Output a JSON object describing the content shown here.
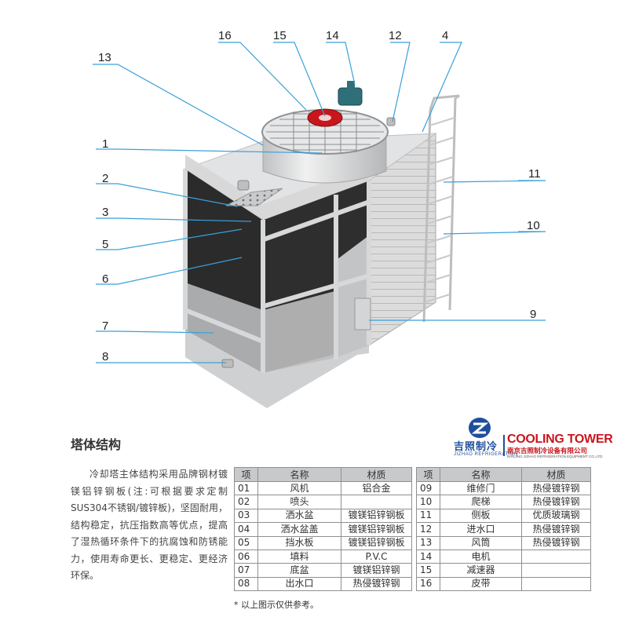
{
  "callouts": [
    "16",
    "15",
    "14",
    "12",
    "4",
    "13",
    "1",
    "11",
    "2",
    "3",
    "10",
    "5",
    "6",
    "9",
    "7",
    "8"
  ],
  "section_title": "塔体结构",
  "description": "冷却塔主体结构采用品牌钢材镀镁铝锌钢板(注:可根据要求定制SUS304不锈钢/镀锌板)，坚固耐用，结构稳定，抗压指数高等优点，提高了湿热循环条件下的抗腐蚀和防锈能力，使用寿命更长、更稳定、更经济环保。",
  "logo": {
    "cn": "吉照制冷",
    "en": "JIZHAO REFRIGERATION",
    "brand": "COOLING TOWER",
    "company_cn": "南京吉照制冷设备有限公司",
    "company_en": "NANJING JIZHAO REFRIGERATION EQUIPMENT CO.,LTD"
  },
  "table_headers": [
    "项",
    "名称",
    "材质"
  ],
  "parts_left": [
    {
      "no": "01",
      "name": "风机",
      "material": "铝合金"
    },
    {
      "no": "02",
      "name": "喷头",
      "material": ""
    },
    {
      "no": "03",
      "name": "洒水盆",
      "material": "镀镁铝锌钢板"
    },
    {
      "no": "04",
      "name": "洒水盆盖",
      "material": "镀镁铝锌钢板"
    },
    {
      "no": "05",
      "name": "挡水板",
      "material": "镀镁铝锌钢板"
    },
    {
      "no": "06",
      "name": "填料",
      "material": "P.V.C"
    },
    {
      "no": "07",
      "name": "底盆",
      "material": "镀镁铝锌钢"
    },
    {
      "no": "08",
      "name": "出水口",
      "material": "热侵镀锌钢"
    }
  ],
  "parts_right": [
    {
      "no": "09",
      "name": "维修门",
      "material": "热侵镀锌钢"
    },
    {
      "no": "10",
      "name": "爬梯",
      "material": "热侵镀锌钢"
    },
    {
      "no": "11",
      "name": "侧板",
      "material": "优质玻璃钢"
    },
    {
      "no": "12",
      "name": "进水口",
      "material": "热侵镀锌钢"
    },
    {
      "no": "13",
      "name": "风筒",
      "material": "热侵镀锌钢"
    },
    {
      "no": "14",
      "name": "电机",
      "material": ""
    },
    {
      "no": "15",
      "name": "减速器",
      "material": ""
    },
    {
      "no": "16",
      "name": "皮带",
      "material": ""
    }
  ],
  "note": "* 以上图示仅供参考。",
  "colors": {
    "callout_line": "#3aa0d8",
    "brand_red": "#c8161d",
    "brand_blue": "#1f4f9b",
    "table_header": "#c7c9cb"
  }
}
